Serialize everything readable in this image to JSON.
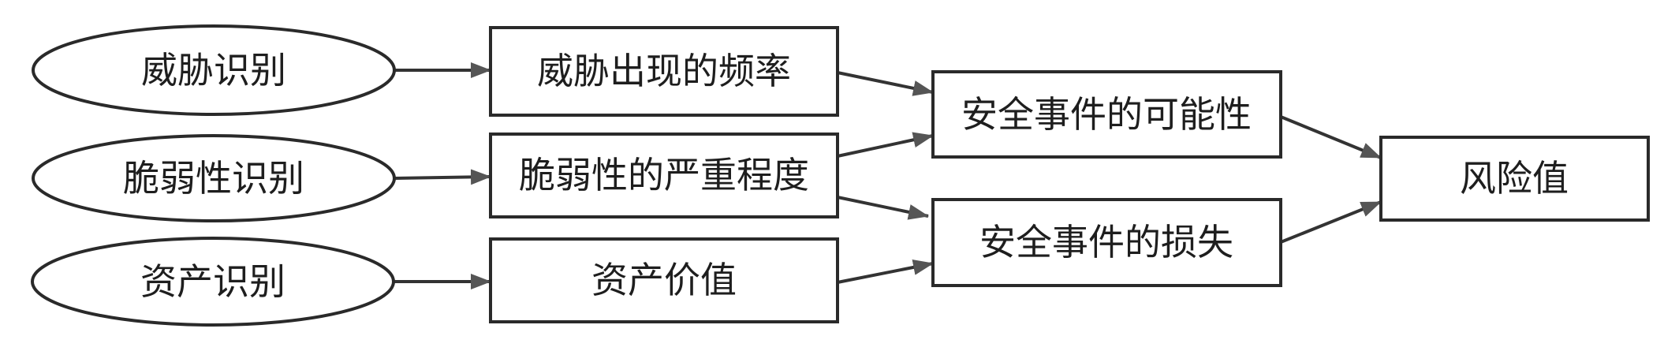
{
  "diagram": {
    "title": "",
    "colors": {
      "stroke": "#2a2a2a",
      "text": "#1e1e1e",
      "arrowhead": "#555555",
      "background": "#ffffff"
    },
    "nodes": [
      {
        "id": "threat_id",
        "label": "威胁识别",
        "shape": "ellipse"
      },
      {
        "id": "vuln_id",
        "label": "脆弱性识别",
        "shape": "ellipse"
      },
      {
        "id": "asset_id",
        "label": "资产识别",
        "shape": "ellipse"
      },
      {
        "id": "threat_freq",
        "label": "威胁出现的频率",
        "shape": "rect"
      },
      {
        "id": "vuln_severity",
        "label": "脆弱性的严重程度",
        "shape": "rect"
      },
      {
        "id": "asset_value",
        "label": "资产价值",
        "shape": "rect"
      },
      {
        "id": "event_likelihood",
        "label": "安全事件的可能性",
        "shape": "rect"
      },
      {
        "id": "event_loss",
        "label": "安全事件的损失",
        "shape": "rect"
      },
      {
        "id": "risk_value",
        "label": "风险值",
        "shape": "rect"
      }
    ],
    "edges": [
      {
        "from": "threat_id",
        "to": "threat_freq"
      },
      {
        "from": "vuln_id",
        "to": "vuln_severity"
      },
      {
        "from": "asset_id",
        "to": "asset_value"
      },
      {
        "from": "threat_freq",
        "to": "event_likelihood"
      },
      {
        "from": "vuln_severity",
        "to": "event_likelihood"
      },
      {
        "from": "vuln_severity",
        "to": "event_loss"
      },
      {
        "from": "asset_value",
        "to": "event_loss"
      },
      {
        "from": "event_likelihood",
        "to": "risk_value"
      },
      {
        "from": "event_loss",
        "to": "risk_value"
      }
    ]
  }
}
